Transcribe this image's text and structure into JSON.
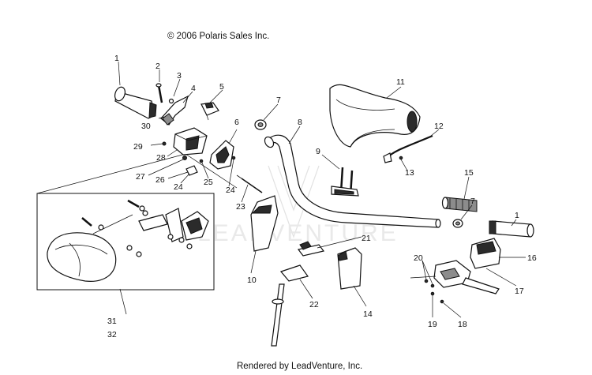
{
  "copyright": "© 2006 Polaris Sales Inc.",
  "footer": "Rendered by LeadVenture, Inc.",
  "watermark": "LEADVENTURE",
  "callouts": [
    "1",
    "2",
    "3",
    "4",
    "5",
    "30",
    "29",
    "6",
    "7",
    "8",
    "9",
    "11",
    "12",
    "13",
    "15",
    "7",
    "1",
    "28",
    "27",
    "26",
    "25",
    "24",
    "24",
    "23",
    "10",
    "22",
    "21",
    "14",
    "20",
    "16",
    "17",
    "19",
    "18",
    "31",
    "32"
  ]
}
